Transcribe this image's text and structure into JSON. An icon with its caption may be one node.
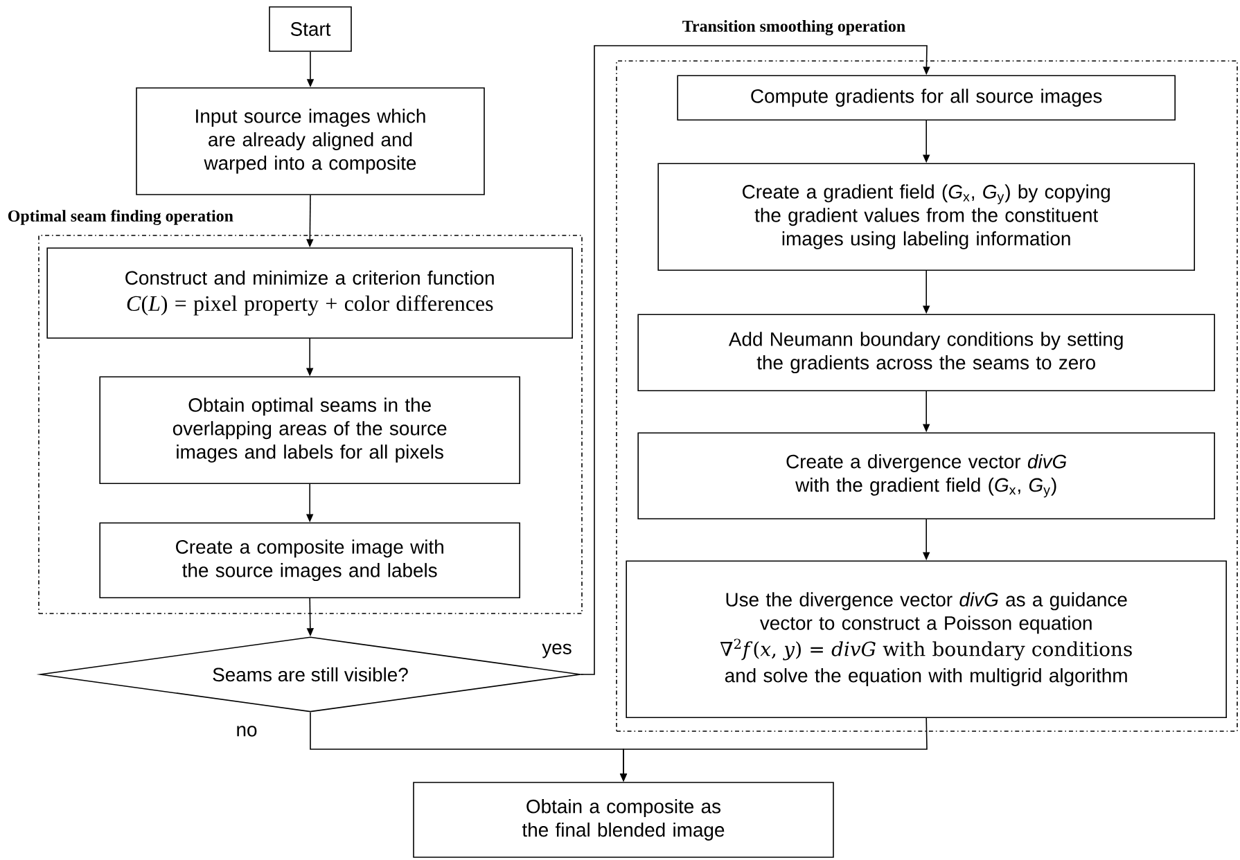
{
  "diagram": {
    "nodes": [
      {
        "text": [
          "Start"
        ]
      },
      {
        "text": [
          "Input source images which are already aligned and warped into a composite"
        ]
      },
      {
        "text": [
          "Optimal seam finding operation"
        ]
      },
      {
        "text": [
          "Construct and minimize a criterion function",
          "*C*(*L*) = pixel property + color differences"
        ],
        "in": 2
      },
      {
        "text": [
          "Obtain optimal seams in the overlapping areas of the source images and labels for all pixels"
        ],
        "in": 2
      },
      {
        "text": [
          "Create a composite image with the source images and labels"
        ],
        "in": 2
      },
      {
        "text": [
          "Seams are still visible?"
        ]
      },
      {
        "text": [
          "Transition smoothing operation"
        ]
      },
      {
        "text": [
          "Compute gradients for all source images"
        ],
        "in": 7
      },
      {
        "text": [
          "Create a gradient field (*G*$_{x}$, *G*$_{y}$) by copying the gradient values from the constituent images using labeling information"
        ],
        "in": 7
      },
      {
        "text": [
          "Add Neumann boundary conditions by setting the gradients across the seams to zero"
        ],
        "in": 7
      },
      {
        "text": [
          "Create a divergence vector *divG* with the gradient field (*G*$_{x}$, *G*$_{y}$)"
        ],
        "in": 7
      },
      {
        "text": [
          "Use the divergence vector *divG* as a guidance vector to construct a Poisson equation",
          "∇$^{2}$*f*(*x*, *y*) = *divG*   with boundary conditions",
          "and solve the equation with multigrid algorithm"
        ],
        "in": 7
      },
      {
        "text": [
          "Obtain a composite as the final blended image"
        ]
      }
    ],
    "edges": [
      {
        "from": 0,
        "to": 1,
        "arrow": "to"
      },
      {
        "from": 1,
        "to": 3,
        "arrow": "to"
      },
      {
        "from": 3,
        "to": 4,
        "arrow": "to"
      },
      {
        "from": 4,
        "to": 5,
        "arrow": "to"
      },
      {
        "from": 5,
        "to": 6,
        "arrow": "to"
      },
      {
        "from": 6,
        "to": 8,
        "arrow": "to",
        "label": "yes"
      },
      {
        "from": 8,
        "to": 9,
        "arrow": "to"
      },
      {
        "from": 9,
        "to": 10,
        "arrow": "to"
      },
      {
        "from": 10,
        "to": 11,
        "arrow": "to"
      },
      {
        "from": 11,
        "to": 12,
        "arrow": "to"
      },
      {
        "from": 6,
        "to": 13,
        "arrow": "to",
        "label": "no"
      },
      {
        "from": 12,
        "to": 13,
        "arrow": "to"
      }
    ]
  }
}
